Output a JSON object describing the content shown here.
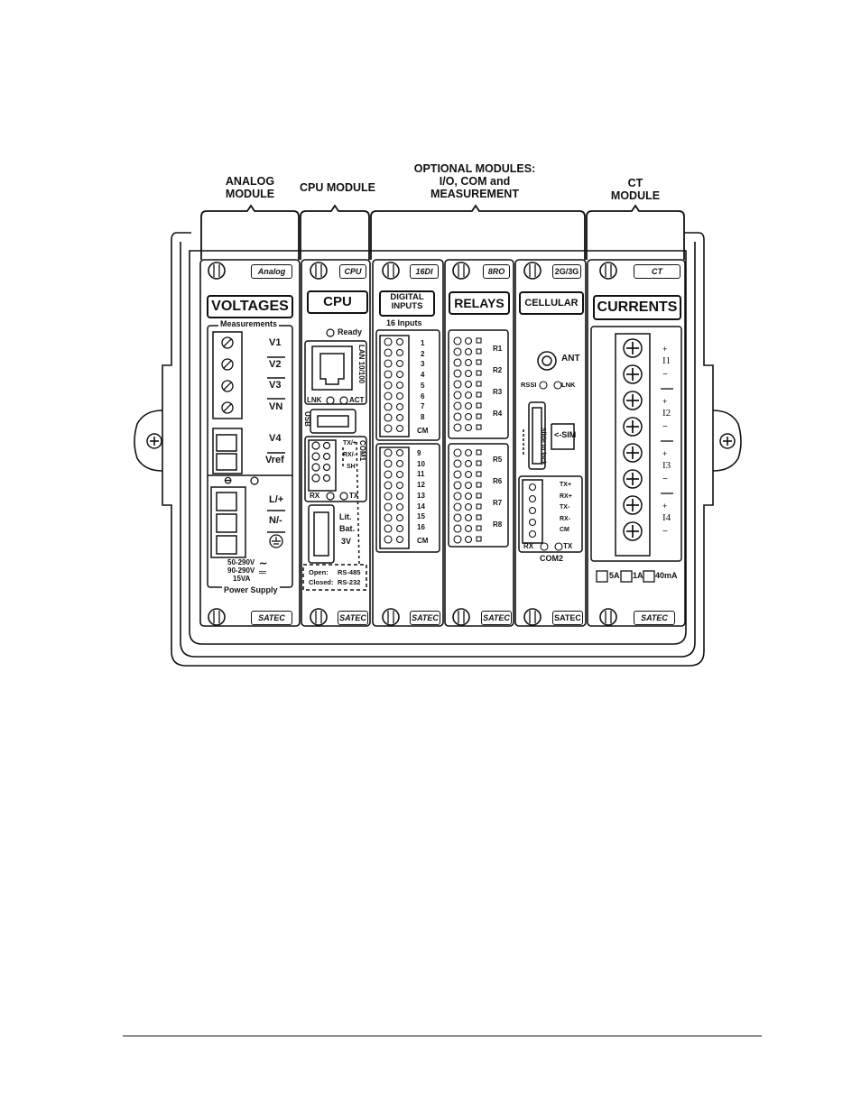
{
  "callouts": {
    "analog": [
      "ANALOG",
      "MODULE"
    ],
    "cpu": [
      "CPU MODULE"
    ],
    "optional": [
      "OPTIONAL MODULES:",
      "I/O, COM and",
      "MEASUREMENT"
    ],
    "ct": [
      "CT",
      "MODULE"
    ]
  },
  "tabs": {
    "analog": "Analog",
    "cpu": "CPU",
    "di": "16DI",
    "relay": "8RO",
    "cell": "2G/3G",
    "ct": "CT",
    "bottom": "SATEC"
  },
  "analog": {
    "title": "VOLTAGES",
    "measurements": "Measurements",
    "v1": "V1",
    "v2": "V2",
    "v3": "V3",
    "vn": "VN",
    "v4": "V4",
    "vref": "Vref",
    "l": "L/+",
    "n": "N/-",
    "ps1": "50-290V",
    "ps2": "90-290V",
    "ps3": "15VA",
    "power_supply": "Power Supply",
    "minus": "⊖"
  },
  "cpu": {
    "title": "CPU",
    "ready": "Ready",
    "lan": "LAN 10/100",
    "lnk": "LNK",
    "act": "ACT",
    "usb": "USB",
    "com1": "COM1",
    "txp": "TX/+",
    "rxm": "RX/-",
    "sh": "SH",
    "rx": "RX",
    "tx": "TX",
    "lit": "Lit.",
    "bat": "Bat.",
    "v3": "3V",
    "open": "Open:",
    "rs485": "RS-485",
    "closed": "Closed:",
    "rs232": "RS-232"
  },
  "di": {
    "title1": "DIGITAL",
    "title2": "INPUTS",
    "count": "16 Inputs",
    "inputs_a": [
      "1",
      "2",
      "3",
      "4",
      "5",
      "6",
      "7",
      "8"
    ],
    "inputs_b": [
      "9",
      "10",
      "11",
      "12",
      "13",
      "14",
      "15",
      "16"
    ],
    "cm": "CM"
  },
  "relays": {
    "title": "RELAYS",
    "a": [
      "R1",
      "R2",
      "R3",
      "R4"
    ],
    "b": [
      "R5",
      "R6",
      "R7",
      "R8"
    ]
  },
  "cell": {
    "title": "CELLULAR",
    "ant": "ANT",
    "rssi": "RSSI",
    "lnk": "LNK",
    "slide": "Slide to lock",
    "sim": "SIM",
    "com2_pins": [
      "TX+",
      "RX+",
      "TX-",
      "RX-",
      "CM"
    ],
    "rx": "RX",
    "tx": "TX",
    "com2": "COM2"
  },
  "ct": {
    "title": "CURRENTS",
    "channels": [
      "I1",
      "I2",
      "I3",
      "I4"
    ],
    "plus": "+",
    "minus": "−",
    "opt_5a": "5A",
    "opt_1a": "1A",
    "opt_40ma": "40mA"
  },
  "colors": {
    "line": "#111111",
    "screw_fill": "#ffffff",
    "housing": "#ffffff"
  }
}
